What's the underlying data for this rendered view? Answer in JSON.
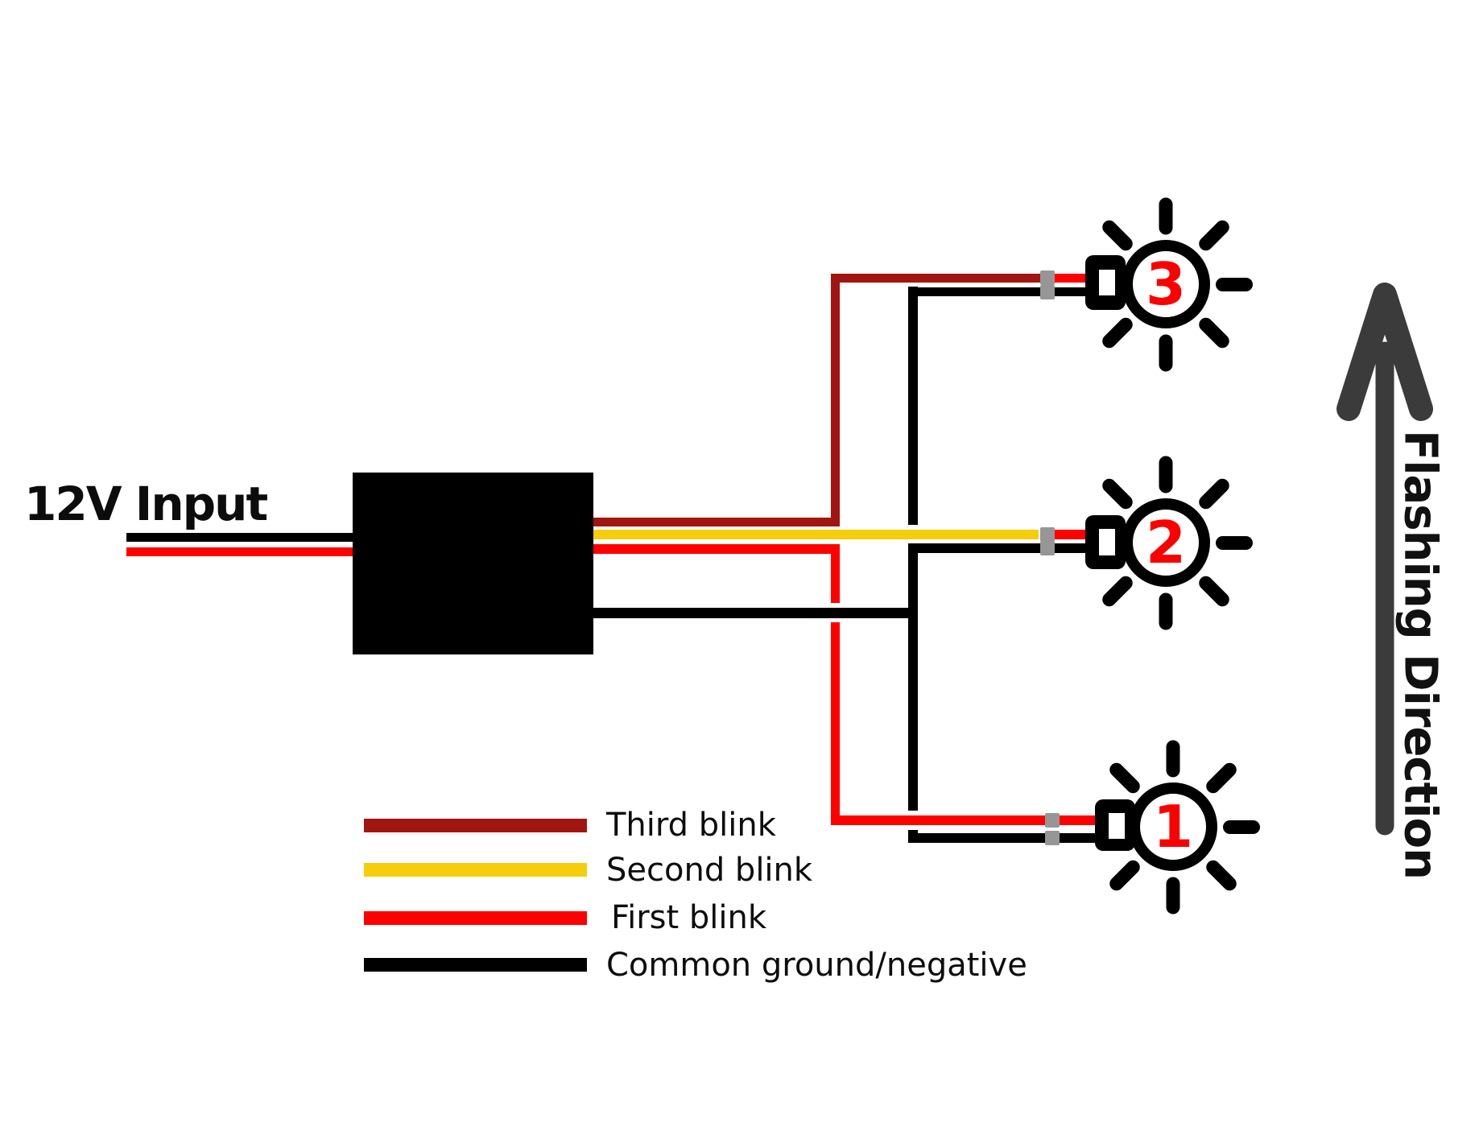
{
  "input": {
    "label": "12V Input"
  },
  "flashing_direction": {
    "label": "Flashing Direction"
  },
  "bulbs": [
    {
      "number": "3"
    },
    {
      "number": "2"
    },
    {
      "number": "1"
    }
  ],
  "legend": {
    "items": [
      {
        "label": "Third blink",
        "color": "#A11610"
      },
      {
        "label": "Second blink",
        "color": "#F6CD0A"
      },
      {
        "label": "First blink",
        "color": "#FE0000"
      },
      {
        "label": "Common ground/negative",
        "color": "#000000"
      }
    ]
  },
  "colors": {
    "third_blink": "#A11610",
    "second_blink": "#F6CD0A",
    "first_blink": "#FE0000",
    "ground": "#000000",
    "connector": "#969696",
    "arrow": "#3B3B3B",
    "bulb_number": "#FA0000"
  }
}
